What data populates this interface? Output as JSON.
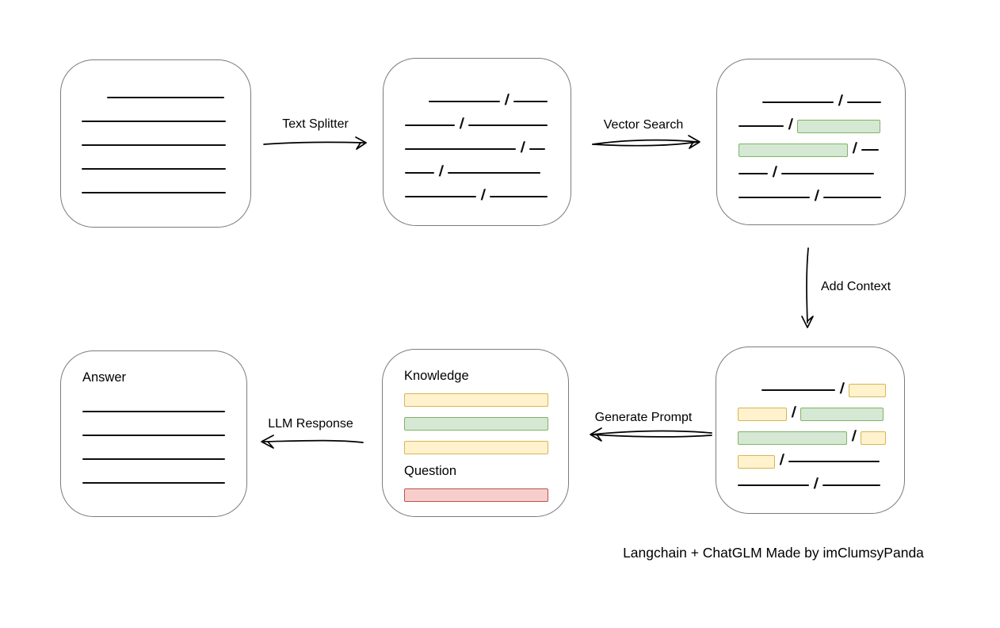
{
  "caption": "Langchain + ChatGLM Made by imClumsyPanda",
  "slash_char": "/",
  "colors": {
    "stroke": "#0d0d0d",
    "box_border": "#7b7b7b",
    "green_fill": "#d5e8d4",
    "green_border": "#82b366",
    "yellow_fill": "#fff2cc",
    "yellow_border": "#d6b656",
    "red_fill": "#f8cecc",
    "red_border": "#b85450"
  },
  "arrows": {
    "text_splitter": {
      "label": "Text Splitter",
      "direction": "right"
    },
    "vector_search": {
      "label": "Vector Search",
      "direction": "right"
    },
    "add_context": {
      "label": "Add Context",
      "direction": "down"
    },
    "generate_prompt": {
      "label": "Generate Prompt",
      "direction": "left"
    },
    "llm_response": {
      "label": "LLM Response",
      "direction": "left"
    }
  },
  "boxes": {
    "source_document": {
      "rows": [
        [
          {
            "t": "gap",
            "w": 32
          },
          {
            "t": "line",
            "w": 148
          }
        ],
        [
          {
            "t": "line",
            "w": 182
          }
        ],
        [
          {
            "t": "line",
            "w": 182
          }
        ],
        [
          {
            "t": "line",
            "w": 182
          }
        ],
        [
          {
            "t": "line",
            "w": 182
          }
        ]
      ]
    },
    "split_chunks": {
      "rows": [
        [
          {
            "t": "gap",
            "w": 30
          },
          {
            "t": "line",
            "w": 90
          },
          {
            "t": "slash"
          },
          {
            "t": "line",
            "w": 43
          }
        ],
        [
          {
            "t": "line",
            "w": 63
          },
          {
            "t": "slash"
          },
          {
            "t": "line",
            "w": 100
          }
        ],
        [
          {
            "t": "line",
            "w": 140
          },
          {
            "t": "slash"
          },
          {
            "t": "line",
            "w": 20
          }
        ],
        [
          {
            "t": "line",
            "w": 37
          },
          {
            "t": "slash"
          },
          {
            "t": "line",
            "w": 117
          }
        ],
        [
          {
            "t": "line",
            "w": 90
          },
          {
            "t": "slash"
          },
          {
            "t": "line",
            "w": 73
          }
        ]
      ]
    },
    "matched_chunks": {
      "rows": [
        [
          {
            "t": "gap",
            "w": 30
          },
          {
            "t": "line",
            "w": 90
          },
          {
            "t": "slash"
          },
          {
            "t": "line",
            "w": 43
          }
        ],
        [
          {
            "t": "line",
            "w": 57
          },
          {
            "t": "slash"
          },
          {
            "t": "bar",
            "c": "green",
            "w": 105
          }
        ],
        [
          {
            "t": "bar",
            "c": "green",
            "w": 138
          },
          {
            "t": "slash"
          },
          {
            "t": "line",
            "w": 22
          }
        ],
        [
          {
            "t": "line",
            "w": 37
          },
          {
            "t": "slash"
          },
          {
            "t": "line",
            "w": 117
          }
        ],
        [
          {
            "t": "line",
            "w": 90
          },
          {
            "t": "slash"
          },
          {
            "t": "line",
            "w": 73
          }
        ]
      ]
    },
    "context_chunks": {
      "rows": [
        [
          {
            "t": "gap",
            "w": 30
          },
          {
            "t": "line",
            "w": 93
          },
          {
            "t": "slash"
          },
          {
            "t": "bar",
            "c": "yellow",
            "w": 47
          }
        ],
        [
          {
            "t": "bar",
            "c": "yellow",
            "w": 62
          },
          {
            "t": "slash"
          },
          {
            "t": "bar",
            "c": "green",
            "w": 105
          }
        ],
        [
          {
            "t": "bar",
            "c": "green",
            "w": 138
          },
          {
            "t": "slash"
          },
          {
            "t": "bar",
            "c": "yellow",
            "w": 32
          }
        ],
        [
          {
            "t": "bar",
            "c": "yellow",
            "w": 47
          },
          {
            "t": "slash"
          },
          {
            "t": "line",
            "w": 115
          }
        ],
        [
          {
            "t": "line",
            "w": 90
          },
          {
            "t": "slash"
          },
          {
            "t": "line",
            "w": 73
          }
        ]
      ]
    },
    "prompt": {
      "knowledge_label": "Knowledge",
      "question_label": "Question",
      "knowledge_rows": [
        [
          {
            "t": "bar",
            "c": "yellow",
            "w": 182
          }
        ],
        [
          {
            "t": "bar",
            "c": "green",
            "w": 182
          }
        ],
        [
          {
            "t": "bar",
            "c": "yellow",
            "w": 182
          }
        ]
      ],
      "question_rows": [
        [
          {
            "t": "bar",
            "c": "red",
            "w": 182
          }
        ]
      ]
    },
    "answer": {
      "label": "Answer",
      "rows": [
        [
          {
            "t": "line",
            "w": 180
          }
        ],
        [
          {
            "t": "line",
            "w": 180
          }
        ],
        [
          {
            "t": "line",
            "w": 180
          }
        ],
        [
          {
            "t": "line",
            "w": 180
          }
        ]
      ]
    }
  }
}
